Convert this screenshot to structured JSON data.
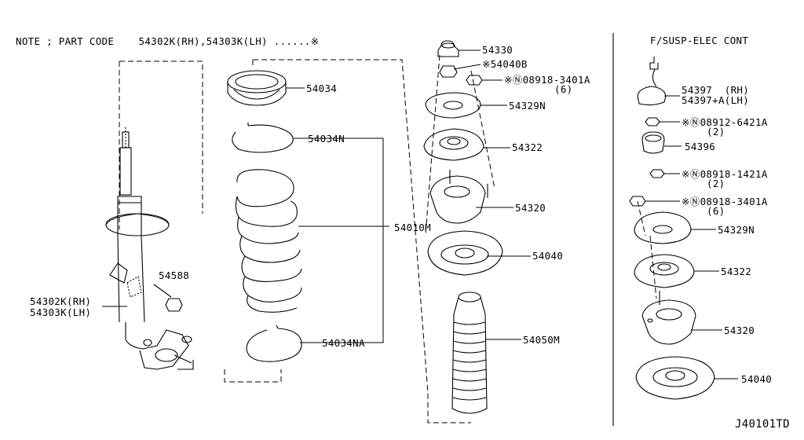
{
  "note": "NOTE ; PART CODE    54302K(RH),54303K(LH) ......※",
  "section_title": "F/SUSP-ELEC CONT",
  "diagram_code": "J40101TD",
  "labels": {
    "p54330": "54330",
    "p54040b": "※54040B",
    "nut_main": "※Ⓝ08918-3401A",
    "nut_main_qty": "(6)",
    "p54034": "54034",
    "p54329n": "54329N",
    "p54034n": "54034N",
    "p54322": "54322",
    "p54320": "54320",
    "p54010m": "54010M",
    "p54040": "54040",
    "p54588": "54588",
    "strut_rh": "54302K(RH)",
    "strut_lh": "54303K(LH)",
    "p54050m": "54050M",
    "p54034na": "54034NA",
    "e54397_rh": "54397  (RH)",
    "e54397_lh": "54397+A(LH)",
    "e_nut1": "※Ⓝ08912-6421A",
    "e_nut1_qty": "(2)",
    "e54396": "54396",
    "e_nut2": "※Ⓝ08918-1421A",
    "e_nut2_qty": "(2)",
    "e_nut3": "※Ⓝ08918-3401A",
    "e_nut3_qty": "(6)",
    "e54329n": "54329N",
    "e54322": "54322",
    "e54320": "54320",
    "e54040": "54040"
  }
}
